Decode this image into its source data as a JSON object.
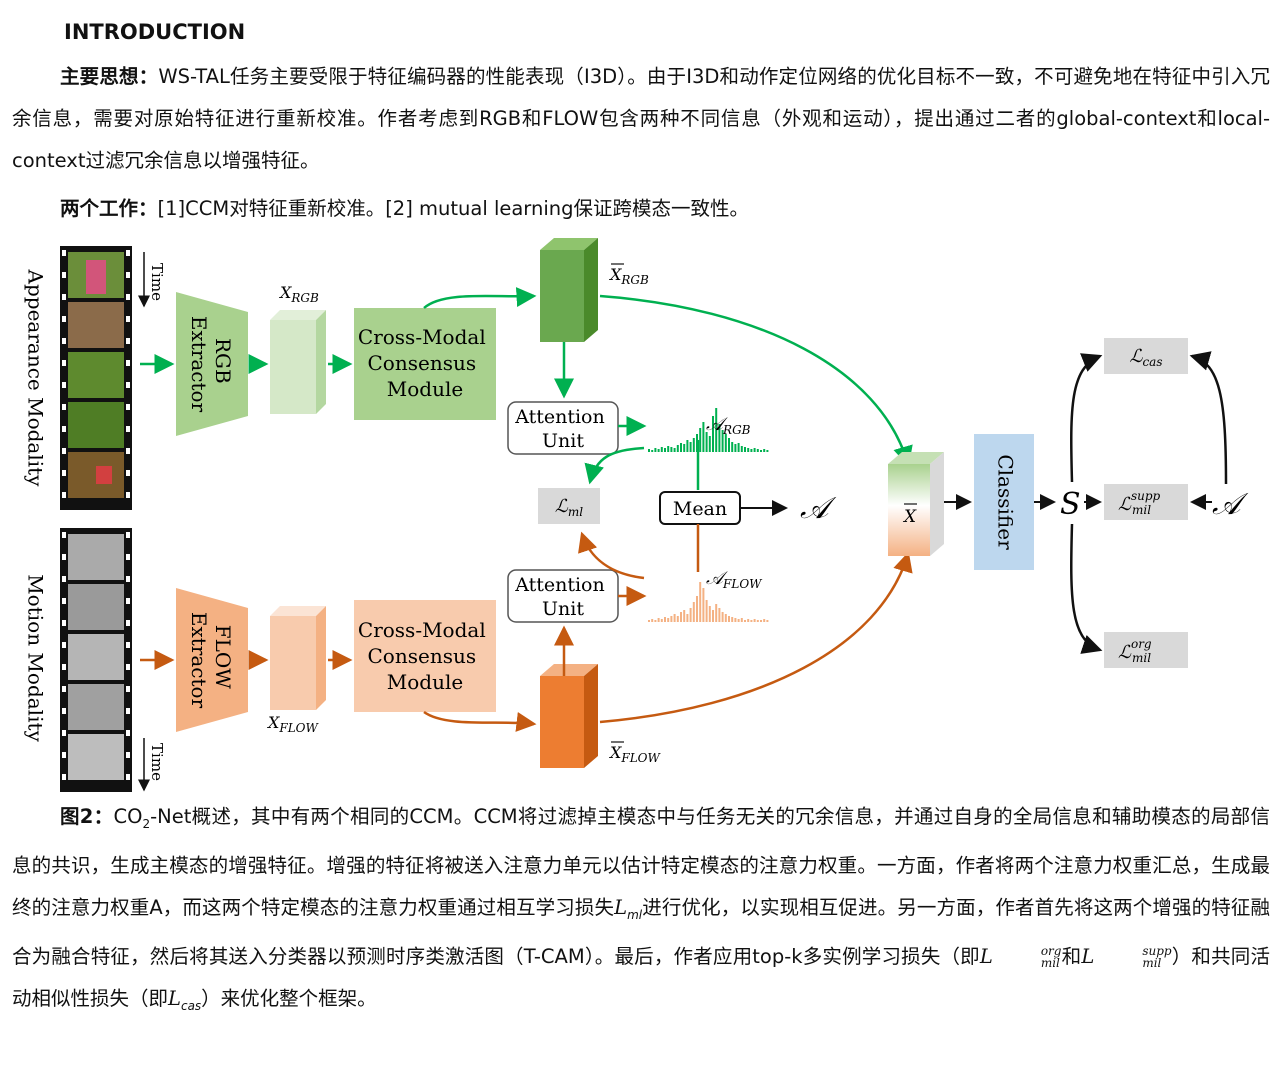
{
  "heading": "INTRODUCTION",
  "para1": {
    "label": "主要思想：",
    "text": "WS-TAL任务主要受限于特征编码器的性能表现（I3D）。由于I3D和动作定位网络的优化目标不一致，不可避免地在特征中引入冗余信息，需要对原始特征进行重新校准。作者考虑到RGB和FLOW包含两种不同信息（外观和运动），提出通过二者的global-context和local-context过滤冗余信息以增强特征。"
  },
  "para2": {
    "label": "两个工作：",
    "text": "[1]CCM对特征重新校准。[2] mutual learning保证跨模态一致性。"
  },
  "figure": {
    "appearance_modality": "Appearance Modality",
    "motion_modality": "Motion Modality",
    "time_label": "Time",
    "rgb_extractor": [
      "RGB",
      "Extractor"
    ],
    "flow_extractor": [
      "FLOW",
      "Extractor"
    ],
    "ccm": [
      "Cross-Modal",
      "Consensus",
      "Module"
    ],
    "attention_unit": [
      "Attention",
      "Unit"
    ],
    "mean": "Mean",
    "classifier": "Classifier",
    "x_rgb": "X",
    "x_rgb_sub": "RGB",
    "x_flow": "X",
    "x_flow_sub": "FLOW",
    "xbar_rgb": "X",
    "xbar_rgb_sub": "RGB",
    "xbar_flow": "X",
    "xbar_flow_sub": "FLOW",
    "xbar": "X",
    "a_rgb": "𝒜",
    "a_rgb_sub": "RGB",
    "a_flow": "𝒜",
    "a_flow_sub": "FLOW",
    "a_out": "𝒜",
    "a_right": "𝒜",
    "s_label": "S",
    "l_ml": "ℒ",
    "l_ml_sub": "ml",
    "l_cas": "ℒ",
    "l_cas_sub": "cas",
    "l_supp": "ℒ",
    "l_supp_sup": "supp",
    "l_supp_sub": "mil",
    "l_org": "ℒ",
    "l_org_sup": "org",
    "l_org_sub": "mil",
    "colors": {
      "rgb_green": "#a9d18e",
      "rgb_dark": "#5c9e3a",
      "flow_orange": "#f8cbad",
      "flow_dark": "#e8782f",
      "classifier_blue": "#bdd7ee",
      "loss_grey": "#d9d9d9",
      "arrow_green": "#00b050",
      "arrow_orange": "#c55a11"
    }
  },
  "caption": {
    "label": "图2：",
    "t1": "CO",
    "t1_sub": "2",
    "t2": "-Net概述，其中有两个相同的CCM。CCM将过滤掉主模态中与任务无关的冗余信息，并通过自身的全局信息和辅助模态的局部信息的共识，生成主模态的增强特征。增强的特征将被送入注意力单元以估计特定模态的注意力权重。一方面，作者将两个注意力权重汇总，生成最终的注意力权重A，而这两个特定模态的注意力权重通过相互学习损失",
    "lml": "L",
    "lml_sub": "ml",
    "t3": "进行优化，以实现相互促进。另一方面，作者首先将这两个增强的特征融合为融合特征，然后将其送入分类器以预测时序类激活图（T-CAM）。最后，作者应用top-k多实例学习损失（即",
    "lorg": "L",
    "lorg_sup": "org",
    "lorg_sub": "mil",
    "and": "和",
    "lsupp": "L",
    "lsupp_sup": "supp",
    "lsupp_sub": "mil",
    "t4": "）和共同活动相似性损失（即",
    "lcas": "L",
    "lcas_sub": "cas",
    "t5": "）来优化整个框架。"
  }
}
